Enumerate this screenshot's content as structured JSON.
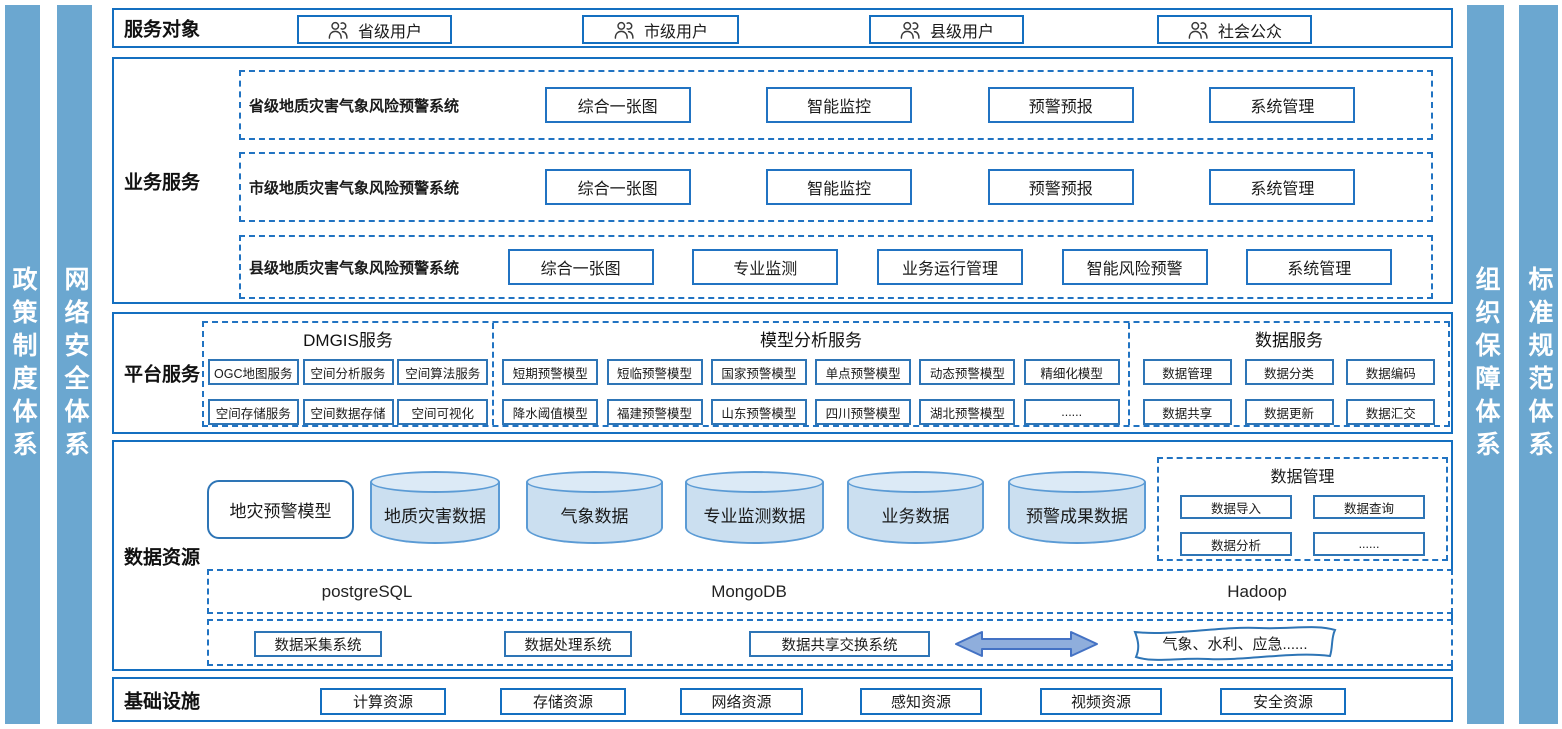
{
  "rails": {
    "left": [
      "政策制度体系",
      "网络安全体系"
    ],
    "right": [
      "组织保障体系",
      "标准规范体系"
    ]
  },
  "layers": {
    "service_objects": {
      "label": "服务对象",
      "items": [
        "省级用户",
        "市级用户",
        "县级用户",
        "社会公众"
      ]
    },
    "business": {
      "label": "业务服务",
      "systems": [
        {
          "name": "省级地质灾害气象风险预警系统",
          "modules": [
            "综合一张图",
            "智能监控",
            "预警预报",
            "系统管理"
          ]
        },
        {
          "name": "市级地质灾害气象风险预警系统",
          "modules": [
            "综合一张图",
            "智能监控",
            "预警预报",
            "系统管理"
          ]
        },
        {
          "name": "县级地质灾害气象风险预警系统",
          "modules": [
            "综合一张图",
            "专业监测",
            "业务运行管理",
            "智能风险预警",
            "系统管理"
          ]
        }
      ]
    },
    "platform": {
      "label": "平台服务",
      "groups": [
        {
          "title": "DMGIS服务",
          "rows": [
            [
              "OGC地图服务",
              "空间分析服务",
              "空间算法服务"
            ],
            [
              "空间存储服务",
              "空间数据存储",
              "空间可视化"
            ]
          ]
        },
        {
          "title": "模型分析服务",
          "rows": [
            [
              "短期预警模型",
              "短临预警模型",
              "国家预警模型",
              "单点预警模型",
              "动态预警模型",
              "精细化模型"
            ],
            [
              "降水阈值模型",
              "福建预警模型",
              "山东预警模型",
              "四川预警模型",
              "湖北预警模型",
              "......"
            ]
          ]
        },
        {
          "title": "数据服务",
          "rows": [
            [
              "数据管理",
              "数据分类",
              "数据编码"
            ],
            [
              "数据共享",
              "数据更新",
              "数据汇交"
            ]
          ]
        }
      ]
    },
    "data": {
      "label": "数据资源",
      "model_box": "地灾预警模型",
      "cylinders": [
        "地质灾害数据",
        "气象数据",
        "专业监测数据",
        "业务数据",
        "预警成果数据"
      ],
      "data_management": {
        "title": "数据管理",
        "items": [
          "数据导入",
          "数据查询",
          "数据分析",
          "......"
        ]
      },
      "databases": [
        "postgreSQL",
        "MongoDB",
        "Hadoop"
      ],
      "exchange": {
        "systems": [
          "数据采集系统",
          "数据处理系统",
          "数据共享交换系统"
        ],
        "external": "气象、水利、应急......"
      }
    },
    "infrastructure": {
      "label": "基础设施",
      "items": [
        "计算资源",
        "存储资源",
        "网络资源",
        "感知资源",
        "视频资源",
        "安全资源"
      ]
    }
  },
  "colors": {
    "rail_blue": "#6BA7D0",
    "border_blue": "#146FC0",
    "dashed_blue": "#2173C2",
    "box_blue": "#2E75B6",
    "cylinder_fill": "#CBDFF0",
    "cylinder_border": "#5B9BD5",
    "arrow_fill": "#8FAEDC",
    "arrow_border": "#4472C4"
  }
}
